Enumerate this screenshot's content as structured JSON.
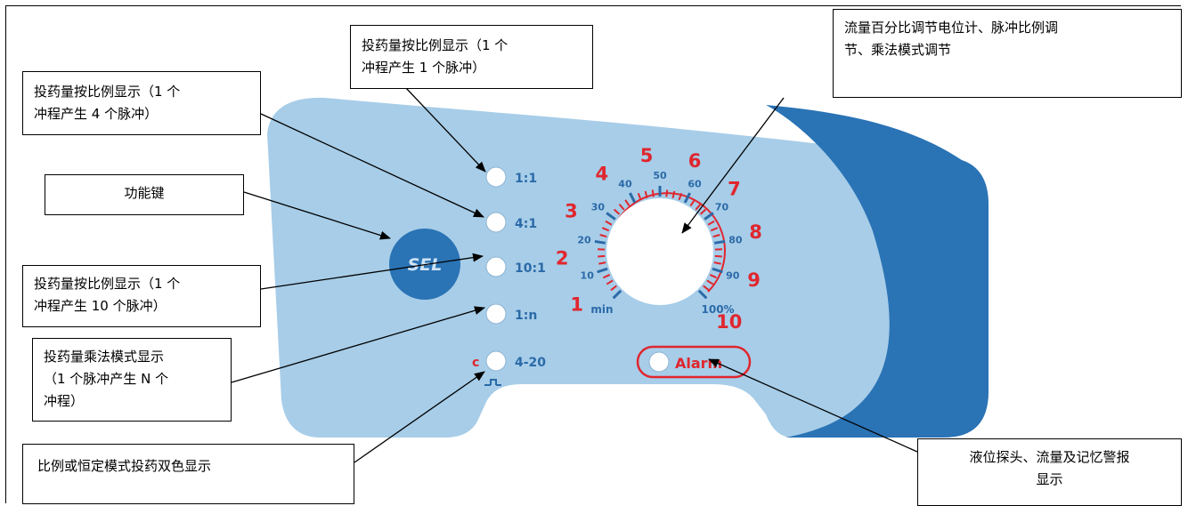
{
  "panel": {
    "sel_key": "SEL",
    "indicators": [
      "1:1",
      "4:1",
      "10:1",
      "1:n",
      "4-20"
    ],
    "mode_mark": "c",
    "dial_outer": [
      "1",
      "2",
      "3",
      "4",
      "5",
      "6",
      "7",
      "8",
      "9",
      "10"
    ],
    "dial_inner": [
      "min",
      "10",
      "20",
      "30",
      "40",
      "50",
      "60",
      "70",
      "80",
      "90",
      "100%"
    ],
    "alarm": "Alarm",
    "colors": {
      "panel_light": "#a7cde8",
      "panel_dark": "#2a73b5",
      "accent_red": "#e0262e",
      "text_blue": "#2b6aa8"
    }
  },
  "callouts": {
    "c1": "投药量按比例显示（1 个\n冲程产生 1 个脉冲）",
    "c2": "投药量按比例显示（1 个\n冲程产生 4 个脉冲）",
    "c3": "功能键",
    "c4": "投药量按比例显示（1 个\n冲程产生 10 个脉冲）",
    "c5": "投药量乘法模式显示\n（1 个脉冲产生 N 个\n冲程）",
    "c6": "比例或恒定模式投药双色显示",
    "c7": "流量百分比调节电位计、脉冲比例调\n节、乘法模式调节",
    "c8": "液位探头、流量及记忆警报\n显示"
  }
}
